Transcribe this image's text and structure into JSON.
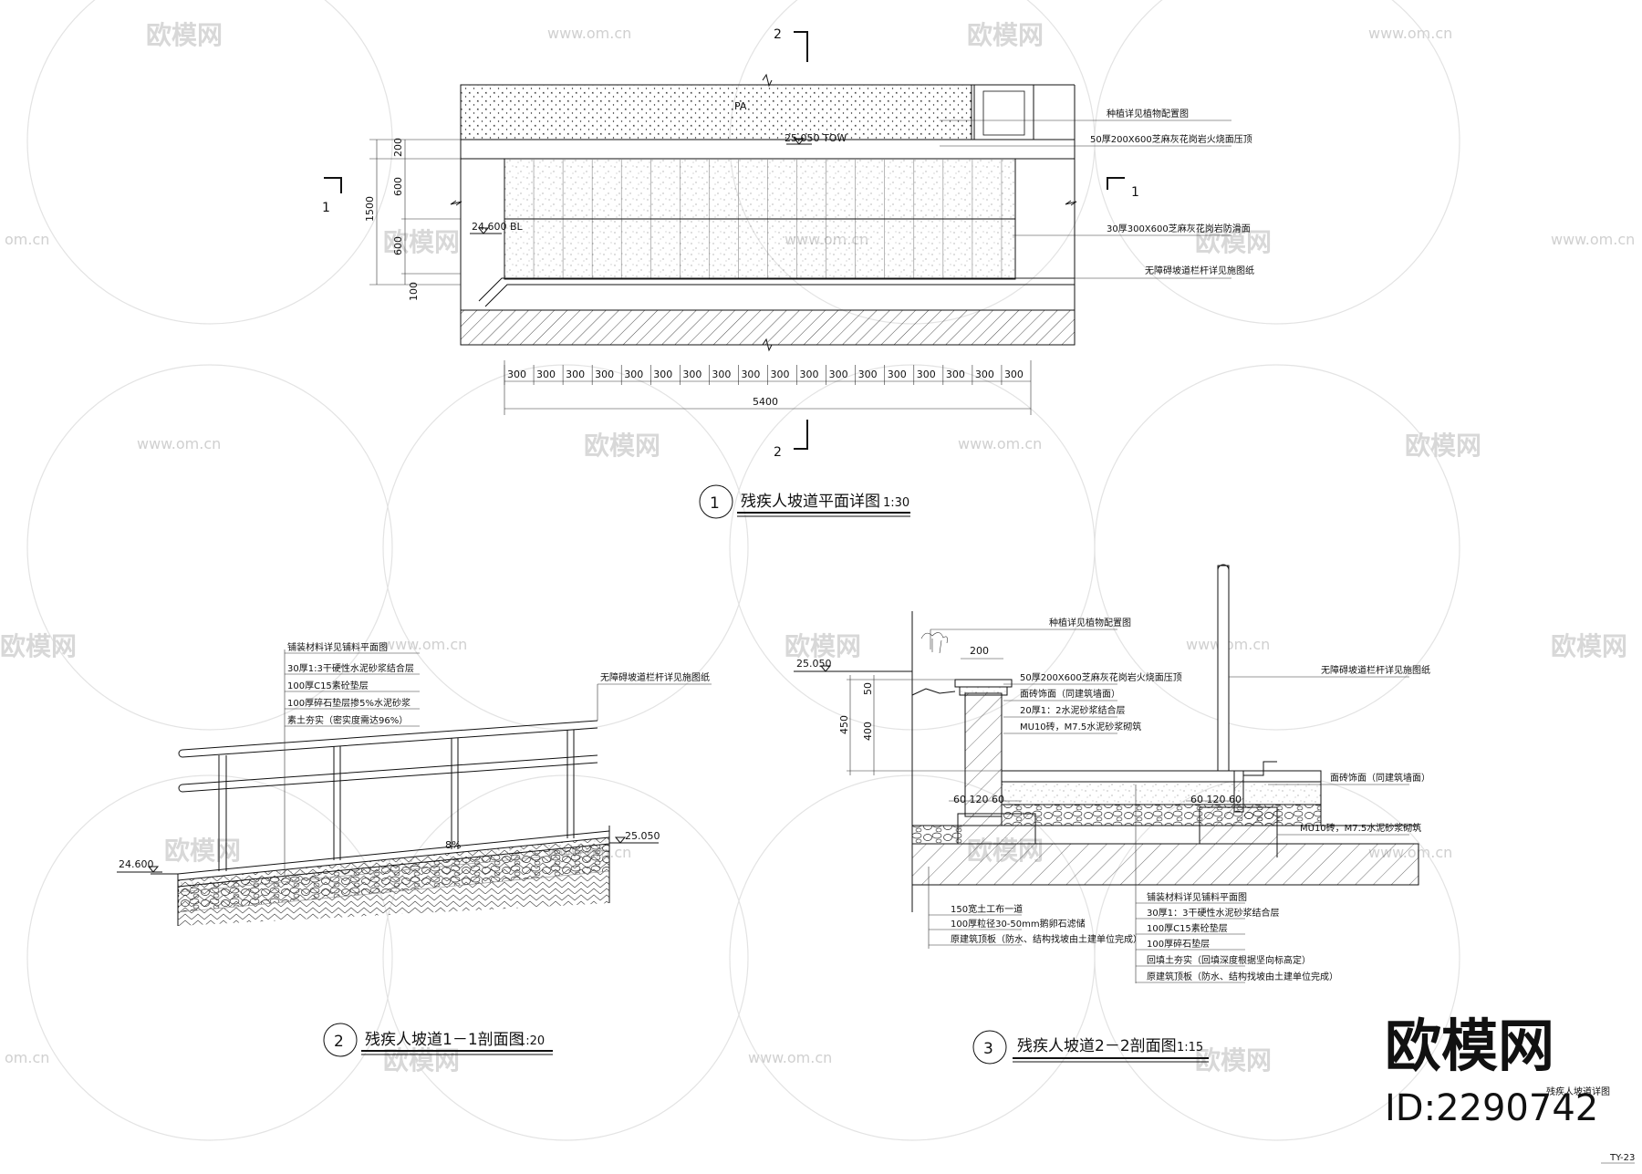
{
  "watermark": {
    "brand": "欧模网",
    "url": "www.om.cn",
    "url_short": "om.cn",
    "big_brand": "欧模网",
    "id": "ID:2290742"
  },
  "plan": {
    "section_mark_top": "2",
    "section_mark_bottom": "2",
    "section_mark_left": "1",
    "section_mark_right": "1",
    "label_pa": "PA",
    "elev_tow": "25.050 TOW",
    "elev_bl": "24.600 BL",
    "dims_vertical": [
      "200",
      "600",
      "600",
      "100"
    ],
    "dim_total_vertical": "1500",
    "dims_bottom": [
      "300",
      "300",
      "300",
      "300",
      "300",
      "300",
      "300",
      "300",
      "300",
      "300",
      "300",
      "300",
      "300",
      "300",
      "300",
      "300",
      "300",
      "300"
    ],
    "dim_total_bottom": "5400",
    "notes": [
      "种植详见植物配置图",
      "50厚200X600芝麻灰花岗岩火烧面压顶",
      "30厚300X600芝麻灰花岗岩防滑面",
      "无障碍坡道栏杆详见施图纸"
    ],
    "title_no": "1",
    "title": "残疾人坡道平面详图",
    "scale": "1:30"
  },
  "section1": {
    "notes": [
      "铺装材料详见铺料平面图",
      "30厚1:3干硬性水泥砂浆结合层",
      "100厚C15素砼垫层",
      "100厚碎石垫层掺5%水泥砂浆",
      "素土夯实（密实度需达96%）"
    ],
    "rail_note": "无障碍坡道栏杆详见施图纸",
    "slope": "8%",
    "elev_high": "25.050",
    "elev_low": "24.600",
    "title_no": "2",
    "title": "残疾人坡道1－1剖面图",
    "scale": "1:20"
  },
  "section2": {
    "top_notes": [
      "种植详见植物配置图",
      "50厚200X600芝麻灰花岗岩火烧面压顶",
      "面砖饰面（同建筑墙面）",
      "20厚1：2水泥砂浆结合层",
      "MU10砖，M7.5水泥砂浆砌筑"
    ],
    "rail_note": "无障碍坡道栏杆详见施图纸",
    "right_notes": [
      "面砖饰面（同建筑墙面）",
      "MU10砖，M7.5水泥砂浆砌筑"
    ],
    "elev": "25.050",
    "dim_200": "200",
    "dim_50": "50",
    "dim_400": "400",
    "dim_450": "450",
    "dim_footing_left": "60 120 60",
    "dim_footing_right": "60 120 60",
    "bottom_left_notes": [
      "150宽土工布一道",
      "100厚粒径30-50mm鹅卵石滤储",
      "原建筑顶板（防水、结构找坡由土建单位完成）"
    ],
    "bottom_right_notes": [
      "铺装材料详见铺料平面图",
      "30厚1：3干硬性水泥砂浆结合层",
      "100厚C15素砼垫层",
      "100厚碎石垫层",
      "回填土夯实（回填深度根据坚向标高定）",
      "原建筑顶板（防水、结构找坡由土建单位完成）"
    ],
    "title_no": "3",
    "title": "残疾人坡道2－2剖面图",
    "scale": "1:15"
  },
  "sheet": {
    "drawing_name": "残疾人坡道详图",
    "sheet_no": "TY-23"
  }
}
